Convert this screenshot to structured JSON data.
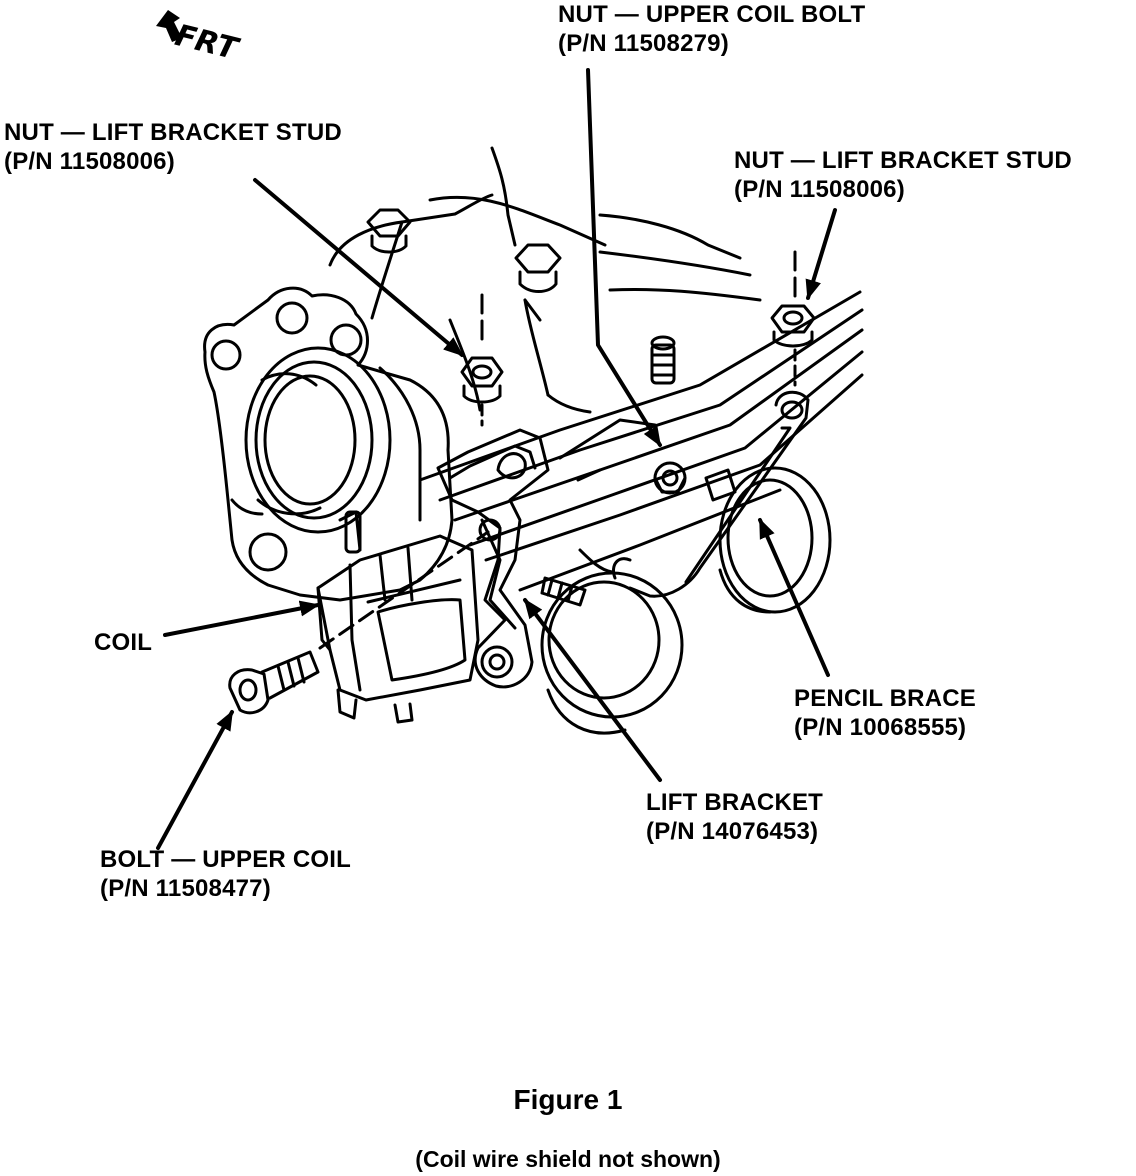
{
  "direction": {
    "text": "FRT",
    "icon": "front-direction-arrow-icon"
  },
  "labels": {
    "nut_upper_coil_bolt": {
      "name": "NUT — UPPER COIL BOLT",
      "pn": "(P/N 11508279)"
    },
    "nut_lift_stud_left": {
      "name": "NUT — LIFT BRACKET STUD",
      "pn": "(P/N 11508006)"
    },
    "nut_lift_stud_right": {
      "name": "NUT — LIFT BRACKET STUD",
      "pn": "(P/N 11508006)"
    },
    "coil": {
      "name": "COIL"
    },
    "pencil_brace": {
      "name": "PENCIL BRACE",
      "pn": "(P/N 10068555)"
    },
    "lift_bracket": {
      "name": "LIFT BRACKET",
      "pn": "(P/N 14076453)"
    },
    "bolt_upper_coil": {
      "name": "BOLT — UPPER COIL",
      "pn": "(P/N 11508477)"
    }
  },
  "caption": {
    "title": "Figure 1",
    "note": "(Coil wire shield not shown)"
  }
}
